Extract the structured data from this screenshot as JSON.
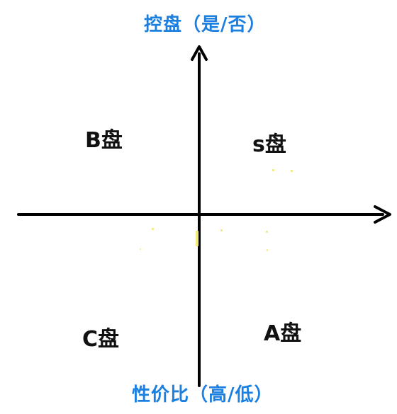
{
  "axes": {
    "vertical_label": "控盘（是/否）",
    "horizontal_label": "性价比（高/低）",
    "label_color": "#1b7fe0",
    "line_color": "#000000"
  },
  "quadrants": {
    "top_left": "B盘",
    "top_right": "s盘",
    "bottom_left": "C盘",
    "bottom_right": "A盘"
  }
}
